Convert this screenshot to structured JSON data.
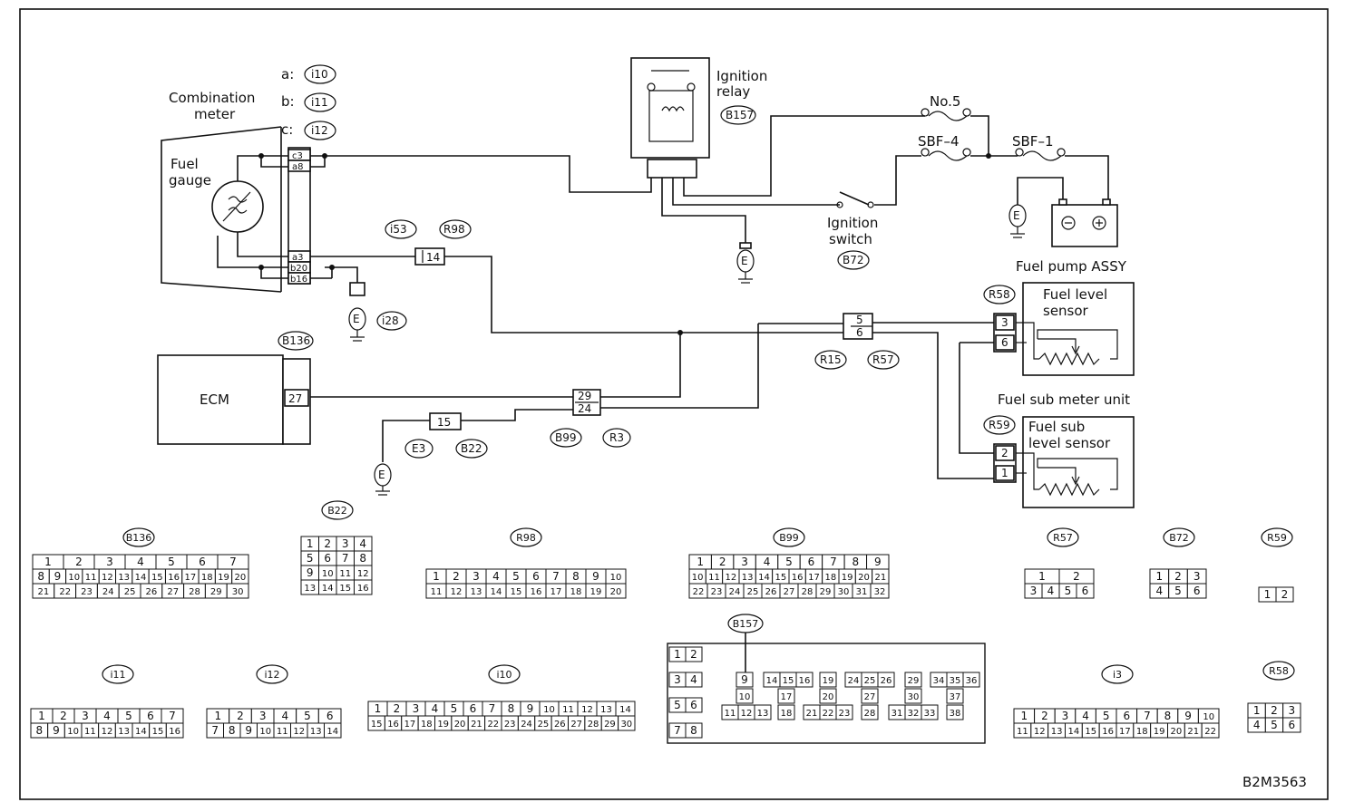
{
  "figure_code": "B2M3563",
  "meter": {
    "title_line1": "Combination",
    "title_line2": "meter",
    "fuel_gauge_line1": "Fuel",
    "fuel_gauge_line2": "gauge",
    "conn_a": "a:",
    "conn_b": "b:",
    "conn_c": "c:",
    "conn_a_id": "i10",
    "conn_b_id": "i11",
    "conn_c_id": "i12",
    "pins": [
      "c3",
      "a8",
      "a3",
      "b20",
      "b16"
    ]
  },
  "relay": {
    "line1": "Ignition",
    "line2": "relay",
    "id": "B157"
  },
  "fuses": {
    "no5": "No.5",
    "sbf4": "SBF–4",
    "sbf1": "SBF–1"
  },
  "ignition_switch": {
    "line1": "Ignition",
    "line2": "switch",
    "id": "B72"
  },
  "ground_label": "E",
  "ecm": {
    "label": "ECM",
    "id": "B136",
    "pin": "27"
  },
  "connectors_inline": {
    "i53": "i53",
    "r98": "R98",
    "pin14": "14",
    "i28": "i28",
    "r15": "R15",
    "r57": "R57",
    "pin5": "5",
    "pin6": "6",
    "b99": "B99",
    "r3": "R3",
    "pin29": "29",
    "pin24": "24",
    "e3": "E3",
    "b22": "B22",
    "pin15": "15"
  },
  "fuel_pump": {
    "assy": "Fuel pump ASSY",
    "sensor_line1": "Fuel level",
    "sensor_line2": "sensor",
    "id": "R58",
    "pins": [
      "3",
      "6"
    ]
  },
  "fuel_sub": {
    "unit": "Fuel sub meter unit",
    "sensor_line1": "Fuel sub",
    "sensor_line2": "level sensor",
    "id": "R59",
    "pins": [
      "2",
      "1"
    ]
  },
  "pinouts": {
    "B136": [
      "1 2 3 _ 4 5 6 7",
      "8 9 10 11 12 13 14 15 16 17 18 19 20",
      "21 22 23 24 25 26 27 28 29 30"
    ],
    "B22": [
      "1 2 3 4",
      "5 6 7 8",
      "9 10 11 12",
      "13 14 15 16"
    ],
    "R98": [
      "1 2 3 4 5 6 7 8 9 10",
      "11 12 13 14 15 16 17 18 19 20"
    ],
    "B99": [
      "1 2 3 4 5 6 7 8 9",
      "10 11 12 13 14 15 16 17 18 19 20 21",
      "22 23 24 25 26 27 28 29 30 31 32"
    ],
    "R57": [
      "1 2",
      "3 4 5 6"
    ],
    "B72": [
      "1 2 3",
      "4 5 6"
    ],
    "R59": [
      "1 2"
    ],
    "i11": [
      "1 2 3 4 5 6 7",
      "8 9 10 11 12 13 14 15 16"
    ],
    "i12": [
      "1 2 3 4 5 6",
      "7 8 9 10 11 12 13 14"
    ],
    "i10": [
      "1 2 3 4 5 6 7 8 9 10 11 12 13 14",
      "15 16 17 18 19 20 21 22 23 24 25 26 27 28 29 30"
    ],
    "B157": [
      "1 2",
      "3 4",
      "5 6",
      "7 8",
      "9",
      "10",
      "11 12 13",
      "14 15 16",
      "17",
      "18",
      "19",
      "20",
      "21 22 23",
      "24 25 26",
      "27",
      "28",
      "29",
      "30",
      "31 32 33",
      "34 35 36",
      "37",
      "38"
    ],
    "i3": [
      "1 2 3 4 5 6 7 8 9 10",
      "11 12 13 14 15 16 17 18 19 20 21 22"
    ],
    "R58": [
      "1 2 3",
      "4 5 6"
    ]
  }
}
